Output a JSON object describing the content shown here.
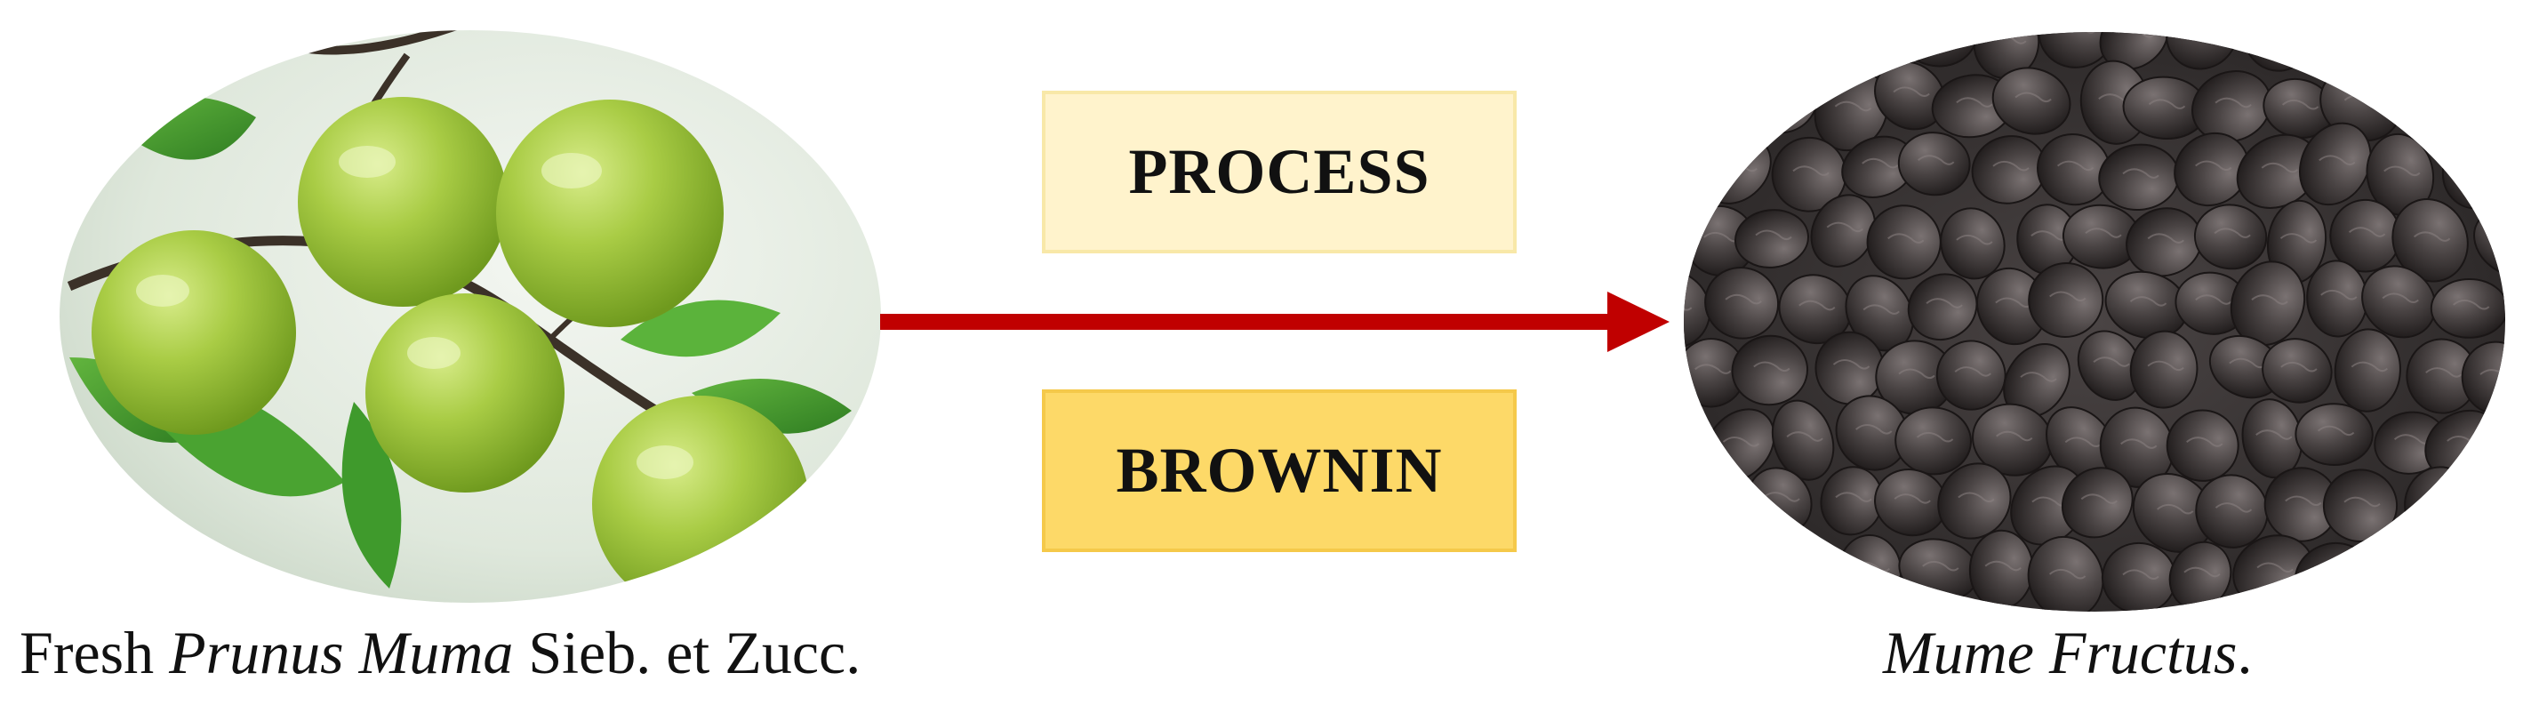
{
  "boxes": {
    "top": {
      "label": "PROCESS",
      "fill": "#fff3cc",
      "border": "#f8e8a8"
    },
    "bottom": {
      "label": "BROWNIN",
      "fill": "#fdd968",
      "border": "#f5c94a"
    }
  },
  "arrow": {
    "color": "#c00000"
  },
  "captions": {
    "left": {
      "prefix": "Fresh ",
      "italic": "Prunus Muma",
      "suffix": " Sieb. et Zucc."
    },
    "right": {
      "italic": "Mume Fructus",
      "suffix": "."
    }
  },
  "colors": {
    "fresh_fruit": "#a9cc45",
    "leaf": "#3f9a2c",
    "dried_fruit": "#3d3838"
  }
}
